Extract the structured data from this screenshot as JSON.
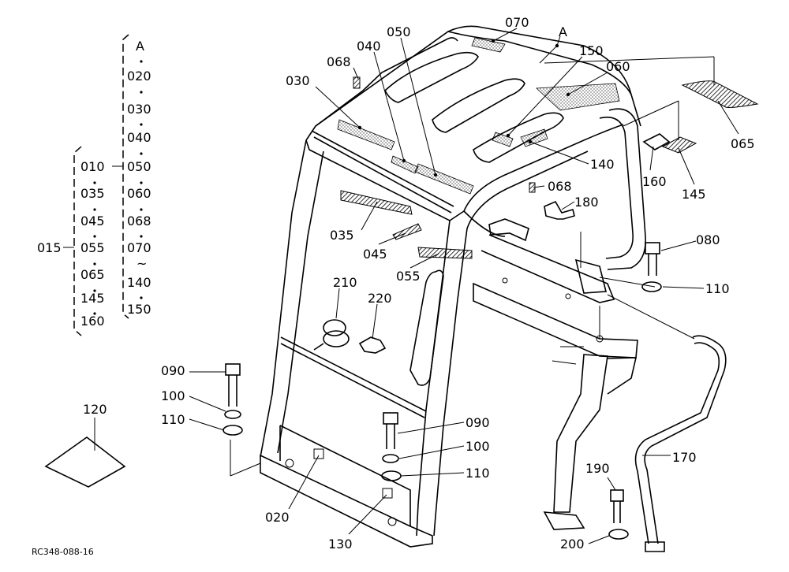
{
  "drawing_code": "RC348-088-16",
  "group_label": "015",
  "left_column": [
    "010",
    "035",
    "045",
    "055",
    "065",
    "145",
    "160"
  ],
  "right_column": [
    "A",
    "020",
    "030",
    "040",
    "050",
    "060",
    "068",
    "070",
    "~",
    "140",
    "150"
  ],
  "callouts": {
    "p070": "070",
    "pA": "A",
    "p050": "050",
    "p040": "040",
    "p068a": "068",
    "p150": "150",
    "p060": "060",
    "p030": "030",
    "p065": "065",
    "p140": "140",
    "p160": "160",
    "p145": "145",
    "p068b": "068",
    "p180": "180",
    "p035": "035",
    "p080": "080",
    "p045": "045",
    "p055": "055",
    "p110a": "110",
    "p210": "210",
    "p220": "220",
    "p090a": "090",
    "p100a": "100",
    "p110b": "110",
    "p120": "120",
    "p090b": "090",
    "p100b": "100",
    "p110c": "110",
    "p170": "170",
    "p190": "190",
    "p020": "020",
    "p130": "130",
    "p200": "200"
  }
}
